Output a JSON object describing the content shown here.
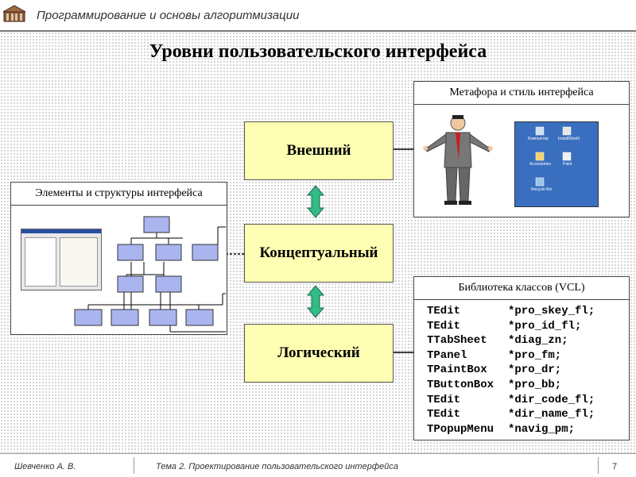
{
  "header": {
    "title": "Программирование и основы алгоритмизации"
  },
  "slide": {
    "title": "Уровни пользовательского интерфейса"
  },
  "levels": {
    "external": "Внешний",
    "conceptual": "Концептуальный",
    "logical": "Логический"
  },
  "panels": {
    "metaphor": {
      "caption": "Метафора и стиль интерфейса"
    },
    "elements": {
      "caption": "Элементы и структуры интерфейса"
    },
    "library": {
      "caption": "Библиотека классов  (VCL)",
      "rows": [
        {
          "type": "TEdit",
          "name": "*pro_skey_fl;"
        },
        {
          "type": "TEdit",
          "name": "*pro_id_fl;"
        },
        {
          "type": "TTabSheet",
          "name": "*diag_zn;"
        },
        {
          "type": "TPanel",
          "name": "*pro_fm;"
        },
        {
          "type": "TPaintBox",
          "name": "*pro_dr;"
        },
        {
          "type": "TButtonBox",
          "name": "*pro_bb;"
        },
        {
          "type": "TEdit",
          "name": "*dir_code_fl;"
        },
        {
          "type": "TEdit",
          "name": "*dir_name_fl;"
        },
        {
          "type": "TPopupMenu",
          "name": "*navig_pm;"
        }
      ]
    }
  },
  "desktop_icons": [
    "Компьютер",
    "InstallShield",
    "Accessories",
    "Paint",
    "Recycle Bin"
  ],
  "footer": {
    "author": "Шевченко А. В.",
    "topic": "Тема 2. Проектирование пользовательского интерфейса",
    "page": "7"
  },
  "colors": {
    "level_fill": "#ffffb3",
    "arrow_fill": "#33bb88",
    "tree_fill": "#aab4ee",
    "desktop_bg": "#3a6fbf"
  }
}
